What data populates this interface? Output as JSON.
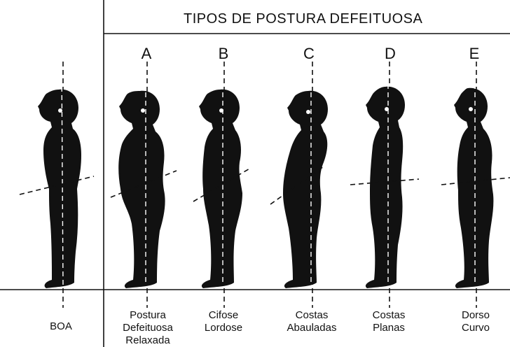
{
  "title": "TIPOS DE POSTURA DEFEITUOSA",
  "figures": [
    {
      "id": "boa",
      "letter": "",
      "caption": "BOA"
    },
    {
      "id": "a",
      "letter": "A",
      "caption": "Postura\nDefeituosa\nRelaxada"
    },
    {
      "id": "b",
      "letter": "B",
      "caption": "Cifose\nLordose"
    },
    {
      "id": "c",
      "letter": "C",
      "caption": "Costas\nAbauladas"
    },
    {
      "id": "d",
      "letter": "D",
      "caption": "Costas\nPlanas"
    },
    {
      "id": "e",
      "letter": "E",
      "caption": "Dorso\nCurvo"
    }
  ]
}
